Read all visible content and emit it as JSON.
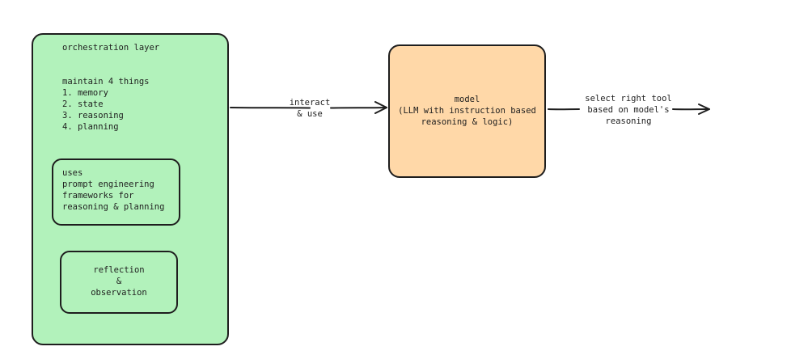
{
  "colors": {
    "orchestration_fill": "#b2f2bb",
    "model_fill": "#ffd8a8",
    "stroke": "#1e1e1e"
  },
  "orchestration": {
    "title": "orchestration layer",
    "subtitle": "maintain 4 things",
    "items": [
      "1. memory",
      "2. state",
      "3. reasoning",
      "4. planning"
    ],
    "uses_text": "uses\nprompt engineering\nframeworks for\nreasoning & planning",
    "reflection_text": "reflection\n&\nobservation"
  },
  "edge_interact": {
    "label": "interact\n& use"
  },
  "model": {
    "text": "model\n(LLM with instruction based\nreasoning & logic)"
  },
  "edge_select": {
    "label": "select right tool\nbased on model's\nreasoning"
  }
}
